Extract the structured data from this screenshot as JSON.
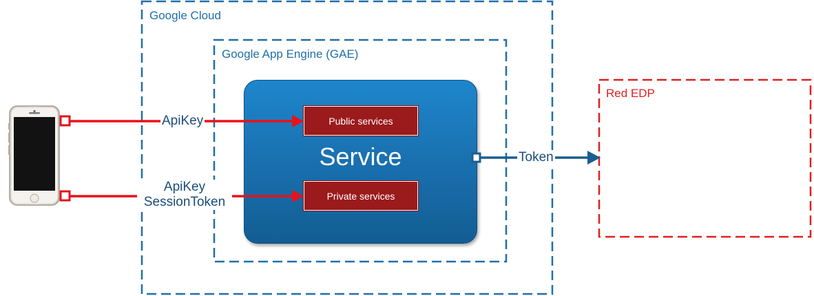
{
  "containers": {
    "google_cloud": "Google Cloud",
    "gae": "Google App Engine (GAE)",
    "red_edp": "Red EDP"
  },
  "service": {
    "title": "Service",
    "public_label": "Public services",
    "private_label": "Private services"
  },
  "edges": {
    "public_label": "ApiKey",
    "private_label_line1": "ApiKey",
    "private_label_line2": "SessionToken",
    "token_label": "Token"
  },
  "colors": {
    "blue": "#1f6fa8",
    "red": "#e02020",
    "arrow_red": "#e8121a",
    "arrow_blue": "#1a5e91",
    "service_button": "#9b1a1c"
  },
  "icons": {
    "client": "smartphone-icon"
  }
}
